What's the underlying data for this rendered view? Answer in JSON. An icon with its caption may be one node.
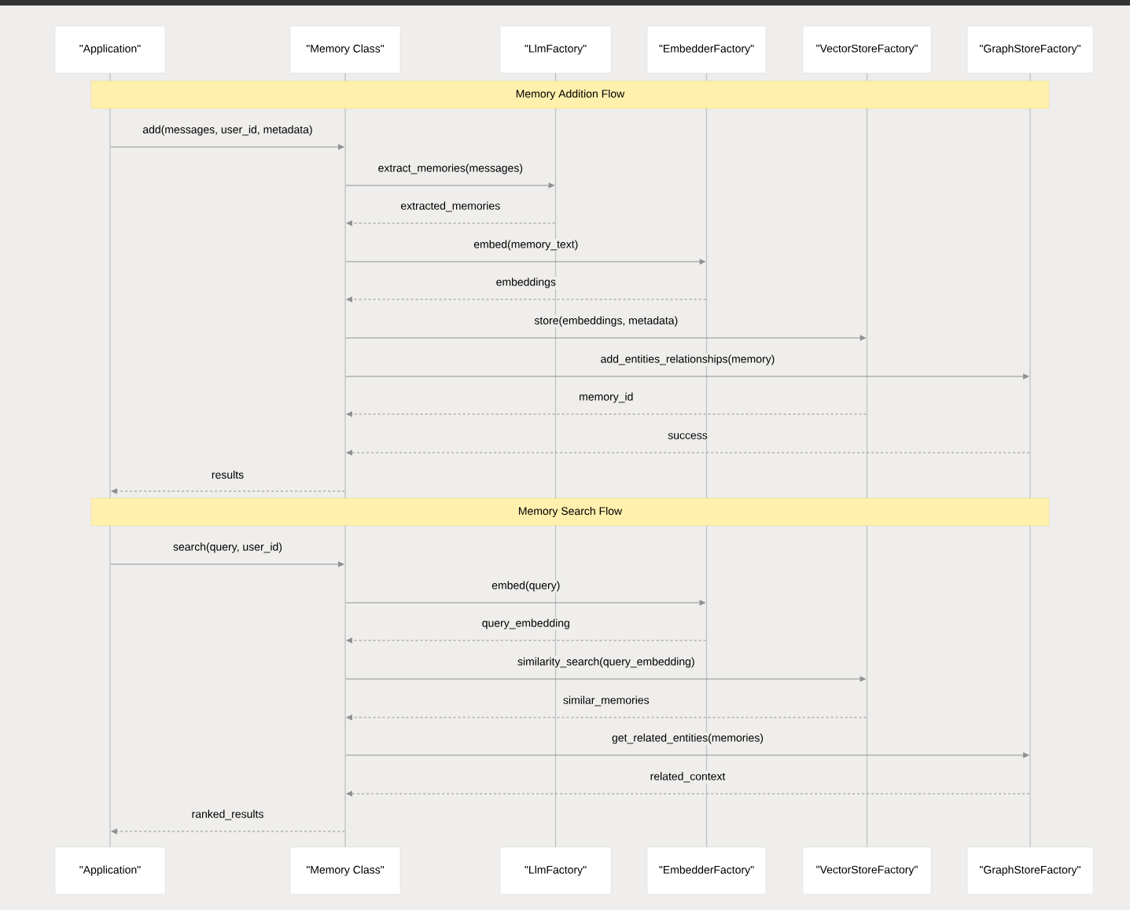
{
  "diagram": {
    "nodes": [
      {
        "text": [
          "\"Application\""
        ]
      },
      {
        "text": [
          "\"Memory Class\""
        ]
      },
      {
        "text": [
          "\"LlmFactory\""
        ]
      },
      {
        "text": [
          "\"EmbedderFactory\""
        ]
      },
      {
        "text": [
          "\"VectorStoreFactory\""
        ]
      },
      {
        "text": [
          "\"GraphStoreFactory\""
        ]
      },
      {
        "text": [],
        "shape": "line"
      },
      {
        "text": [],
        "shape": "line"
      },
      {
        "text": [],
        "shape": "line"
      },
      {
        "text": [],
        "shape": "line"
      },
      {
        "text": [],
        "shape": "line"
      },
      {
        "text": [],
        "shape": "line"
      },
      {
        "text": [
          "Memory Addition Flow"
        ]
      },
      {
        "text": [
          "Memory Search Flow"
        ]
      },
      {
        "text": [
          "\"Application\""
        ]
      },
      {
        "text": [
          "\"Memory Class\""
        ]
      },
      {
        "text": [
          "\"LlmFactory\""
        ]
      },
      {
        "text": [
          "\"EmbedderFactory\""
        ]
      },
      {
        "text": [
          "\"VectorStoreFactory\""
        ]
      },
      {
        "text": [
          "\"GraphStoreFactory\""
        ]
      }
    ],
    "edges": [
      {
        "from": 6,
        "to": 7,
        "arrow": "to",
        "label": "add(messages, user_id, metadata)"
      },
      {
        "from": 7,
        "to": 8,
        "arrow": "to",
        "label": "extract_memories(messages)"
      },
      {
        "from": 8,
        "to": 7,
        "arrow": "to",
        "label": "extracted_memories",
        "style": "dashed"
      },
      {
        "from": 7,
        "to": 9,
        "arrow": "to",
        "label": "embed(memory_text)"
      },
      {
        "from": 9,
        "to": 7,
        "arrow": "to",
        "label": "embeddings",
        "style": "dashed"
      },
      {
        "from": 7,
        "to": 10,
        "arrow": "to",
        "label": "store(embeddings, metadata)"
      },
      {
        "from": 7,
        "to": 11,
        "arrow": "to",
        "label": "add_entities_relationships(memory)"
      },
      {
        "from": 10,
        "to": 7,
        "arrow": "to",
        "label": "memory_id",
        "style": "dashed"
      },
      {
        "from": 11,
        "to": 7,
        "arrow": "to",
        "label": "success",
        "style": "dashed"
      },
      {
        "from": 7,
        "to": 6,
        "arrow": "to",
        "label": "results",
        "style": "dashed"
      },
      {
        "from": 6,
        "to": 7,
        "arrow": "to",
        "label": "search(query, user_id)"
      },
      {
        "from": 7,
        "to": 9,
        "arrow": "to",
        "label": "embed(query)"
      },
      {
        "from": 9,
        "to": 7,
        "arrow": "to",
        "label": "query_embedding",
        "style": "dashed"
      },
      {
        "from": 7,
        "to": 10,
        "arrow": "to",
        "label": "similarity_search(query_embedding)"
      },
      {
        "from": 10,
        "to": 7,
        "arrow": "to",
        "label": "similar_memories",
        "style": "dashed"
      },
      {
        "from": 7,
        "to": 11,
        "arrow": "to",
        "label": "get_related_entities(memories)"
      },
      {
        "from": 11,
        "to": 7,
        "arrow": "to",
        "label": "related_context",
        "style": "dashed"
      },
      {
        "from": 7,
        "to": 6,
        "arrow": "to",
        "label": "ranked_results",
        "style": "dashed"
      }
    ]
  }
}
